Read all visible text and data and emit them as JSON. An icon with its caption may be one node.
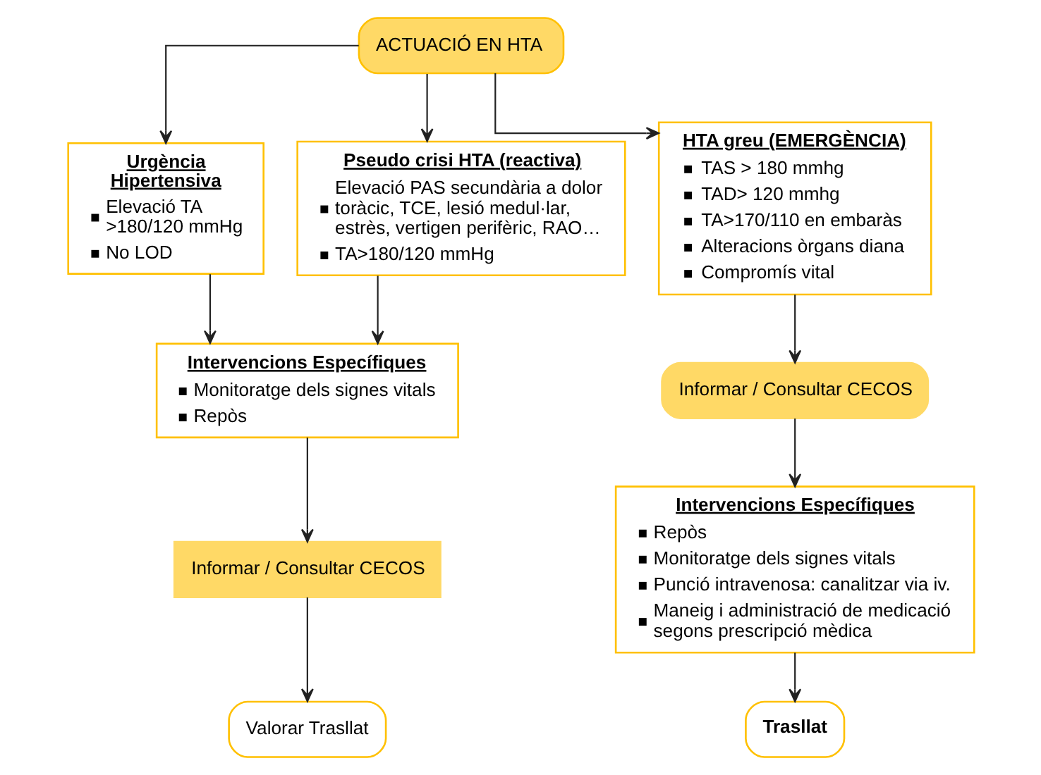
{
  "diagram": {
    "nodes": [
      {
        "text": [
          "ACTUACIÓ EN HTA"
        ]
      },
      {
        "text": [
          "Urgència Hipertensiva",
          "Elevació TA >180/120 mmHg",
          "No LOD"
        ]
      },
      {
        "text": [
          "Pseudo crisi HTA (reactiva)",
          "Elevació PAS secundària a dolor toràcic, TCE, lesió medul·lar, estrès, vertigen perifèric, RAO…",
          "TA>180/120 mmHg"
        ]
      },
      {
        "text": [
          "HTA greu (EMERGÈNCIA)",
          "TAS > 180 mmhg",
          "TAD> 120 mmhg",
          "TA>170/110 en embaràs",
          "Alteracions òrgans diana",
          "Compromís vital"
        ]
      },
      {
        "text": [
          "Informar / Consultar CECOS"
        ]
      },
      {
        "text": [
          "Intervencions Específiques",
          "Monitoratge dels signes vitals",
          "Repòs"
        ]
      },
      {
        "text": [
          "Intervencions Específiques",
          "Repòs",
          "Monitoratge dels signes vitals",
          "Punció intravenosa: canalitzar via iv.",
          "Maneig i administració de medicació segons prescripció mèdica"
        ]
      },
      {
        "text": [
          "Informar / Consultar CECOS"
        ]
      },
      {
        "text": [
          "Valorar Trasllat"
        ]
      },
      {
        "text": [
          "Trasllat"
        ]
      }
    ],
    "edges": [
      {
        "from": 0,
        "to": 1,
        "arrow": "to"
      },
      {
        "from": 0,
        "to": 2,
        "arrow": "to"
      },
      {
        "from": 0,
        "to": 3,
        "arrow": "to"
      },
      {
        "from": 1,
        "to": 5,
        "arrow": "to"
      },
      {
        "from": 2,
        "to": 5,
        "arrow": "to"
      },
      {
        "from": 5,
        "to": 7,
        "arrow": "to"
      },
      {
        "from": 7,
        "to": 8,
        "arrow": "to"
      },
      {
        "from": 3,
        "to": 4,
        "arrow": "to"
      },
      {
        "from": 4,
        "to": 6,
        "arrow": "to"
      },
      {
        "from": 6,
        "to": 9,
        "arrow": "to"
      }
    ]
  }
}
